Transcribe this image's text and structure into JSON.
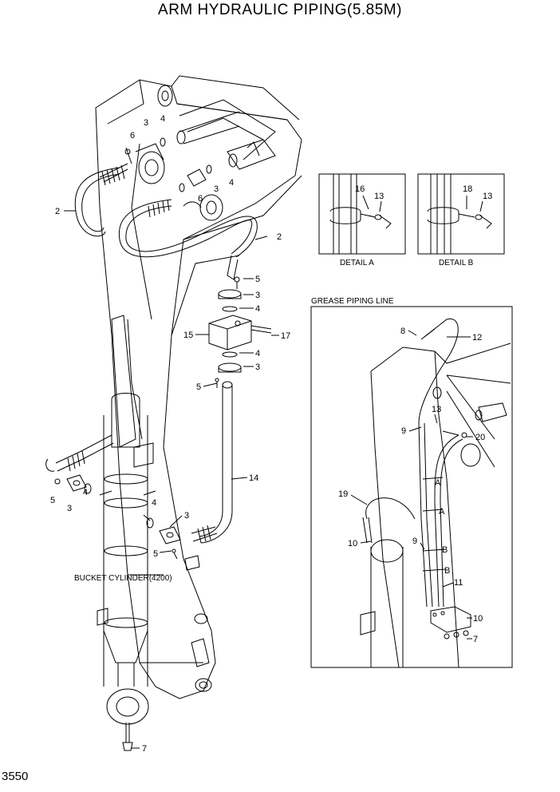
{
  "title": "ARM HYDRAULIC PIPING(5.85M)",
  "page_number": "3550",
  "detail_a_label": "DETAIL A",
  "detail_b_label": "DETAIL B",
  "grease_label": "GREASE PIPING LINE",
  "bucket_cylinder_label": "BUCKET CYLINDER(4200)",
  "callouts": {
    "n2": "2",
    "n3": "3",
    "n4": "4",
    "n5": "5",
    "n6": "6",
    "n7": "7",
    "n8": "8",
    "n9": "9",
    "n10": "10",
    "n11": "11",
    "n12": "12",
    "n13": "13",
    "n14": "14",
    "n15": "15",
    "n16": "16",
    "n17": "17",
    "n18": "18",
    "n19": "19",
    "n20": "20",
    "A": "A",
    "B": "B"
  }
}
